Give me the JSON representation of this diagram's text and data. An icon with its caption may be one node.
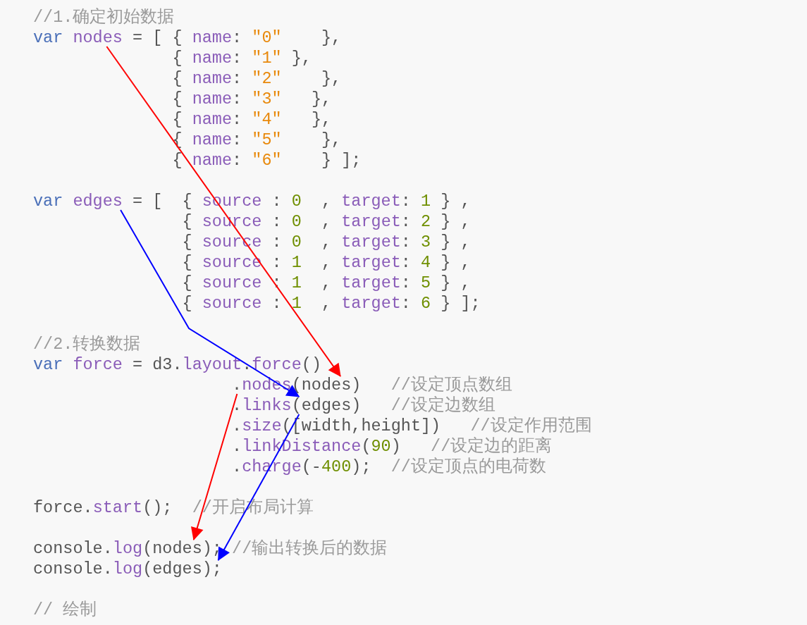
{
  "diagram": {
    "nodes": [
      {
        "text": [
          "nodes"
        ]
      },
      {
        "text": [
          "edges"
        ]
      },
      {
        "text": [
          ".nodes(nodes)"
        ]
      },
      {
        "text": [
          ".links(edges)"
        ]
      },
      {
        "text": [
          "console.log(nodes);"
        ]
      },
      {
        "text": [
          "console.log(edges);"
        ]
      }
    ],
    "edges": [
      {
        "from": 0,
        "to": 2,
        "arrow": "to",
        "color": "#ff0000"
      },
      {
        "from": 1,
        "to": 3,
        "arrow": "to",
        "color": "#0000ff"
      },
      {
        "from": 2,
        "to": 4,
        "arrow": "to",
        "color": "#ff0000"
      },
      {
        "from": 3,
        "to": 5,
        "arrow": "to",
        "color": "#0000ff"
      }
    ],
    "labels": [
      "//1.确定初始数据",
      "var",
      "= [ { name: \"0\"    },",
      "{ name: \"1\" },",
      "{ name: \"2\"    },",
      "{ name: \"3\"   },",
      "{ name: \"4\"   },",
      "{ name: \"5\"    },",
      "{ name: \"6\"    } ];",
      "var",
      "= [  { source : 0  , target: 1 } ,",
      "{ source : 0  , target: 2 } ,",
      "{ source : 0  , target: 3 } ,",
      "{ source : 1  , target: 4 } ,",
      "{ source : 1  , target: 5 } ,",
      "{ source : 1  , target: 6 } ];",
      "//2.转换数据",
      "var force = d3.layout.force()",
      "//设定顶点数组",
      "//设定边数组",
      ".size([width,height])",
      "//设定作用范围",
      ".linkDistance(90)",
      "//设定边的距离",
      ".charge(-400);",
      "//设定顶点的电荷数",
      "force.start();",
      "//开启布局计算",
      "//输出转换后的数据",
      "// 绘制"
    ]
  }
}
